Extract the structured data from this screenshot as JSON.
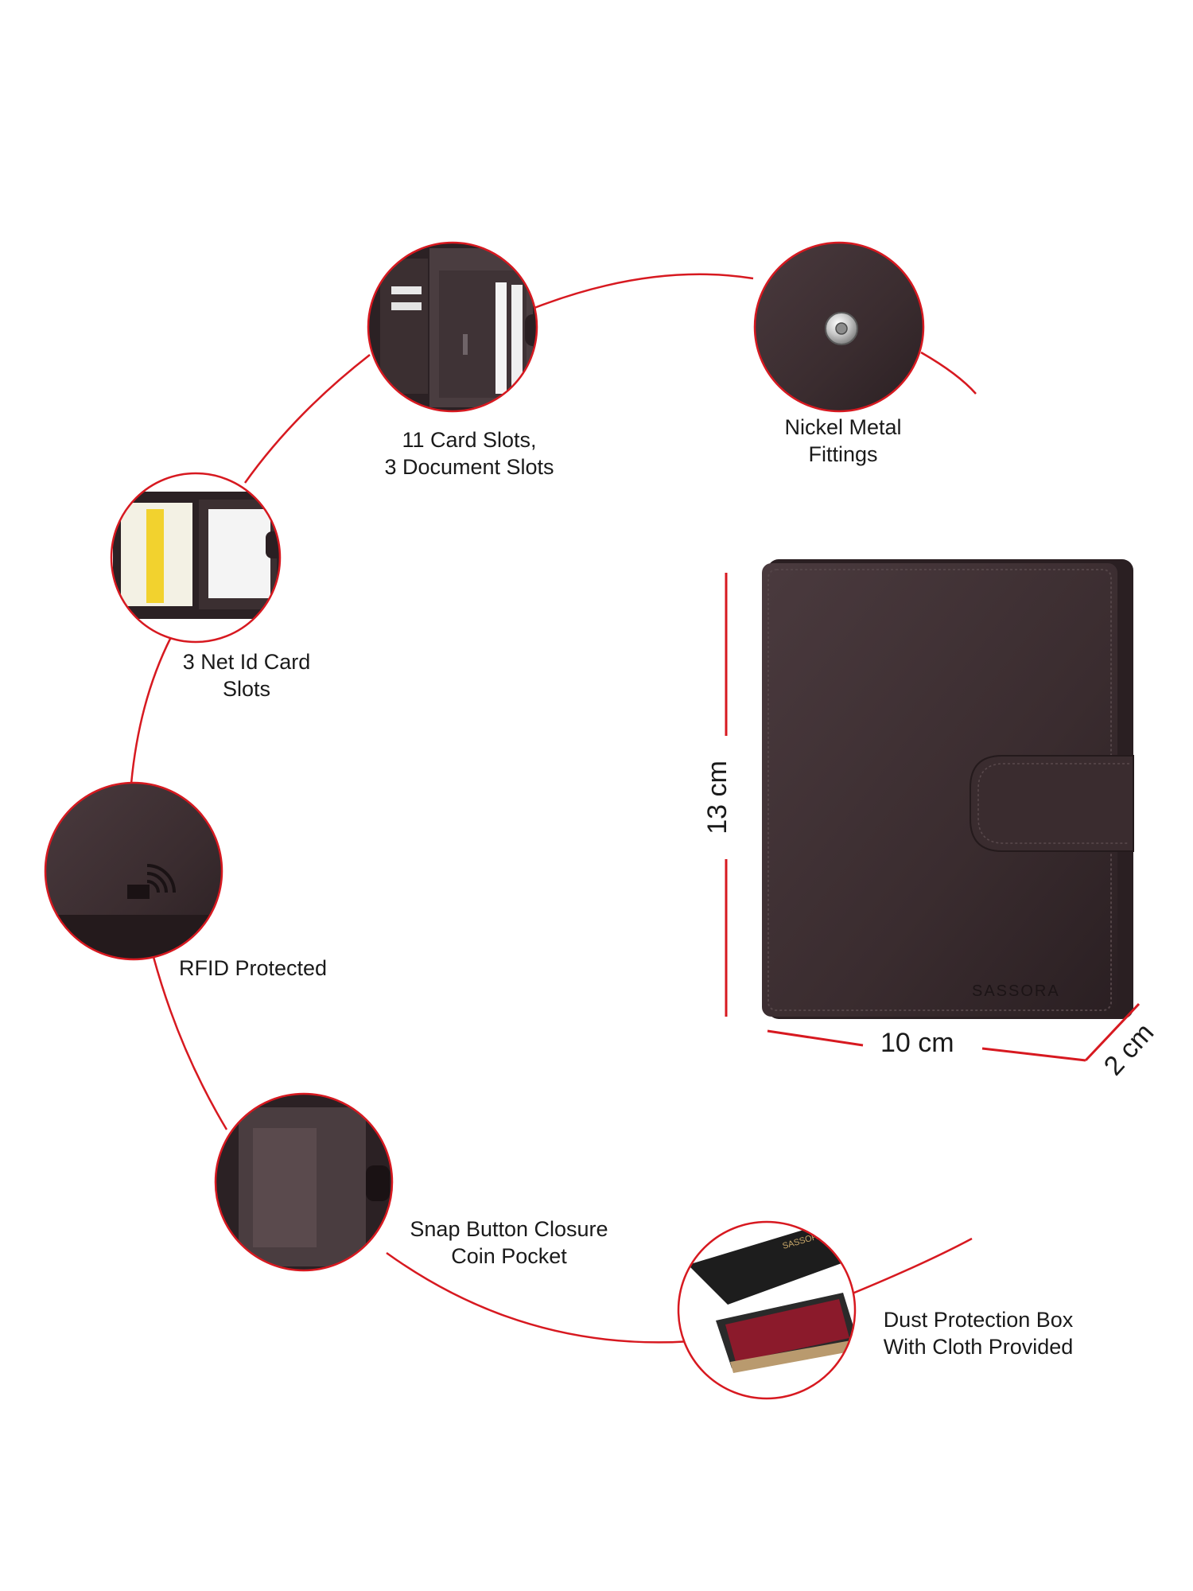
{
  "colors": {
    "accent_line": "#d71920",
    "wallet_leather": "#3a2c2f",
    "wallet_leather_dark": "#241a1c",
    "box_red": "#8b1a2b"
  },
  "features": [
    {
      "id": "card-slots",
      "lines": [
        "11 Card Slots,",
        "3 Document Slots"
      ]
    },
    {
      "id": "nickel",
      "lines": [
        "Nickel Metal",
        "Fittings"
      ]
    },
    {
      "id": "net-id",
      "lines": [
        "3 Net Id Card",
        "Slots"
      ]
    },
    {
      "id": "rfid",
      "lines": [
        "RFID Protected"
      ]
    },
    {
      "id": "snap",
      "lines": [
        "Snap Button Closure",
        "Coin Pocket"
      ]
    },
    {
      "id": "dust",
      "lines": [
        "Dust Protection Box",
        "With Cloth Provided"
      ]
    }
  ],
  "dimensions": {
    "height": "13 cm",
    "width": "10 cm",
    "depth": "2 cm"
  },
  "brand": {
    "embossed": "SASSORA"
  },
  "icons": {
    "rfid": "rfid-signal-icon",
    "snap": "snap-button-icon"
  }
}
